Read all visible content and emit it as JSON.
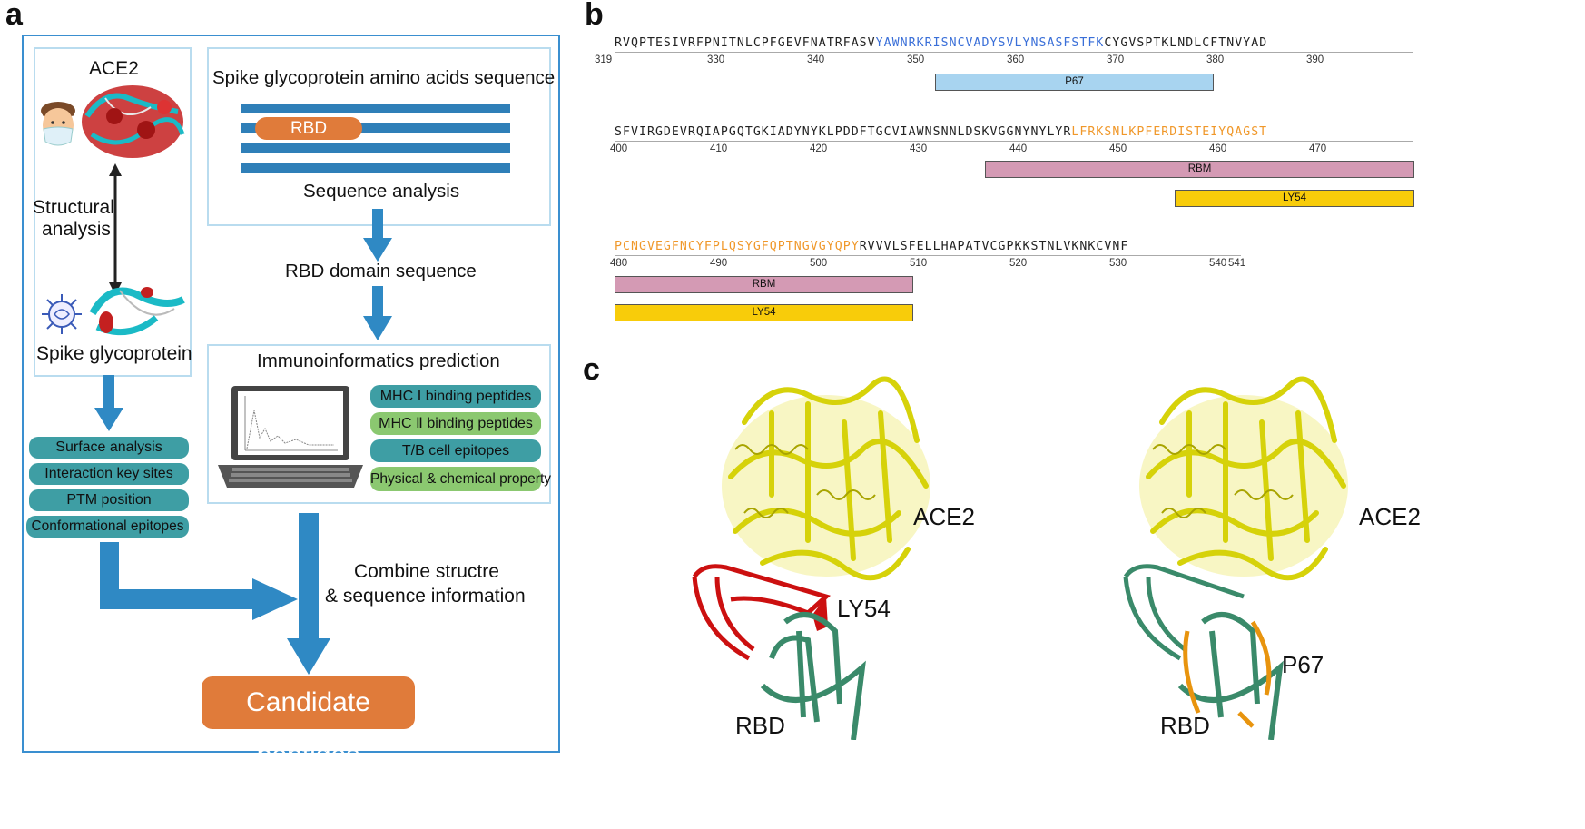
{
  "panel_a": {
    "letter": "a",
    "ace2_label": "ACE2",
    "structural_analysis": [
      "Structural",
      "analysis"
    ],
    "spike_label": "Spike glycoprotein",
    "seq_box_title": "Spike glycoprotein amino acids sequence",
    "rbd_pill": "RBD",
    "sequence_analysis": "Sequence analysis",
    "rbd_domain_sequence": "RBD domain sequence",
    "immuno_title": "Immunoinformatics prediction",
    "immuno_items": [
      "MHC Ⅰ binding peptides",
      "MHC Ⅱ binding peptides",
      "T/B cell epitopes",
      "Physical & chemical property"
    ],
    "structure_items": [
      "Surface analysis",
      "Interaction key sites",
      "PTM position",
      "Conformational epitopes"
    ],
    "combine": [
      "Combine structre",
      "& sequence information"
    ],
    "candidate": "Candidate peptides"
  },
  "panel_b": {
    "letter": "b",
    "rows": [
      {
        "seg_black1": "RVQPTESIVRFPNITNLCPFGEVFNATRFASV",
        "seg_color": "YAWNRKRISNCVADYSVLYNSASFSTFK",
        "seg_black2": "CYGVSPTKLNDLCFTNVYAD",
        "ticks": [
          "319",
          "330",
          "340",
          "350",
          "360",
          "370",
          "380",
          "390"
        ],
        "bars": [
          {
            "label": "P67"
          }
        ]
      },
      {
        "seg_black1": "SFVIRGDEVRQIAPGQTGKIADYNYKLPDDFTGCVIAWNSNNLDSKVGGNYNYLYR",
        "seg_color": "LFRKSNLKPFERDISTEIYQAGST",
        "ticks": [
          "400",
          "410",
          "420",
          "430",
          "440",
          "450",
          "460",
          "470"
        ],
        "bars": [
          {
            "label": "RBM"
          },
          {
            "label": "LY54"
          }
        ]
      },
      {
        "seg_color": "PCNGVEGFNCYFPLQSYGFQPTNGVGYQPY",
        "seg_black2": "RVVVLSFELLHAPATVCGPKKSTNLVKNKCVNF",
        "ticks": [
          "480",
          "490",
          "500",
          "510",
          "520",
          "530",
          "540",
          "541"
        ],
        "bars": [
          {
            "label": "RBM"
          },
          {
            "label": "LY54"
          }
        ]
      }
    ],
    "colors": {
      "p67_seq": "#3a6fd8",
      "ly54_seq": "#f0982a",
      "p67_bar": "#a8d4f0",
      "rbm_bar": "#d49ab4",
      "ly54_bar": "#f8cc0a"
    }
  },
  "panel_c": {
    "letter": "c",
    "left": {
      "ace2": "ACE2",
      "peptide": "LY54",
      "rbd": "RBD"
    },
    "right": {
      "ace2": "ACE2",
      "peptide": "P67",
      "rbd": "RBD"
    }
  }
}
